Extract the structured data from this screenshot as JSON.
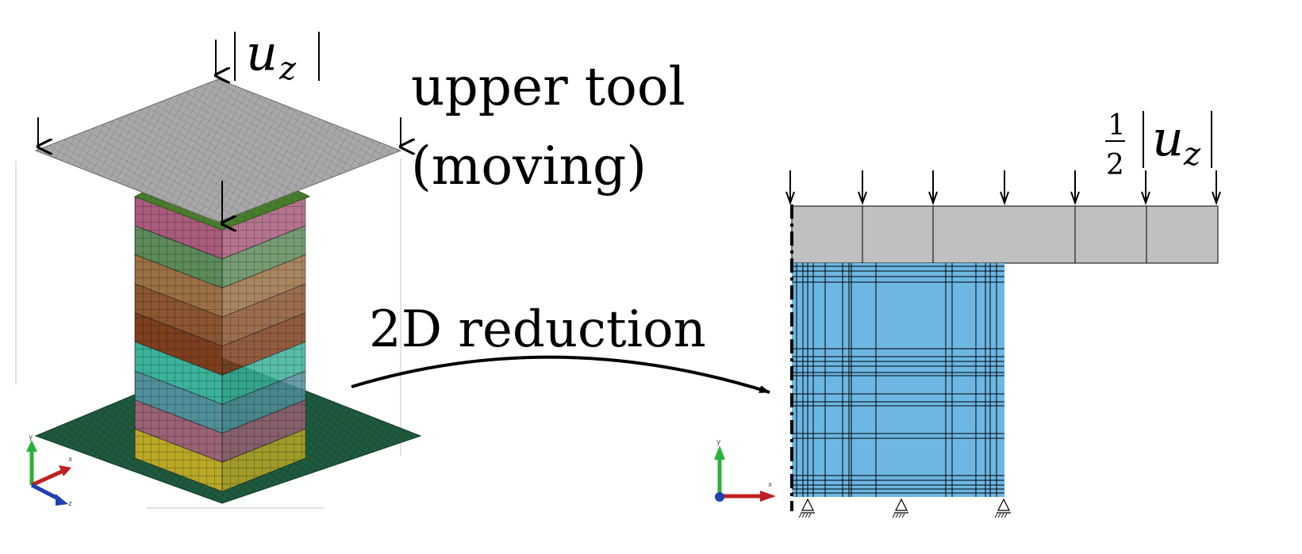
{
  "left_model": {
    "upper_tool_label_line1": "upper tool",
    "upper_tool_label_line2": "(moving)",
    "displacement_label": "u",
    "displacement_subscript": "z",
    "layer_colors": [
      "#a85b7b",
      "#5d8a5a",
      "#9a7044",
      "#8a5530",
      "#7d3f1d",
      "#3ab29a",
      "#4f8f9a",
      "#9a6275",
      "#b8a826"
    ],
    "tool_color": "#a6a6a6",
    "base_color": "#1f5a3e",
    "top_cap_color": "#4a7d2e",
    "axis_labels": {
      "y": "y",
      "x": "x",
      "z": "z"
    }
  },
  "arrow": {
    "label": "2D reduction"
  },
  "right_model": {
    "fraction_numerator": "1",
    "fraction_denominator": "2",
    "displacement_label": "u",
    "displacement_subscript": "z",
    "tool_color": "#c0c0c0",
    "specimen_color": "#6cb7e3",
    "axis_labels": {
      "y": "y",
      "x": "x"
    }
  }
}
